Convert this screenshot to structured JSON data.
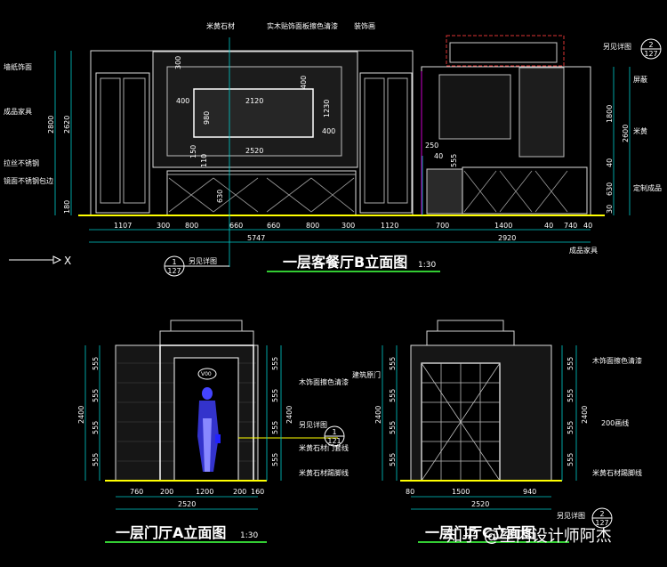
{
  "drawing": {
    "top": {
      "title": "一层客餐厅B立面图",
      "scale": "1:30",
      "callout_top": "1",
      "callout_bottom": "127",
      "callout_label": "另见详图",
      "right_callout_top": "2",
      "right_callout_bottom": "127",
      "right_callout_label": "另见详图",
      "annot_top": [
        "米黄石材",
        "实木贴饰面板擦色清漆",
        "装饰画"
      ],
      "annot_left": [
        "墙纸饰面",
        "成品家具",
        "拉丝不锈钢",
        "镜面不锈钢包边"
      ],
      "annot_right": [
        "屏蔽",
        "米黄",
        "定制成品"
      ],
      "annot_bottom": "成品家具",
      "dims_bottom_row1": [
        "1107",
        "300",
        "800",
        "660",
        "660",
        "800",
        "300",
        "1120",
        "700",
        "1400",
        "40",
        "740",
        "40"
      ],
      "dims_bottom_row2": [
        "5747",
        "2920"
      ],
      "dims_left": [
        "2800",
        "2620",
        "180"
      ],
      "dims_right": [
        "1800",
        "2600",
        "40",
        "630",
        "30"
      ],
      "dims_inner": [
        "300",
        "400",
        "2120",
        "400",
        "980",
        "1230",
        "400",
        "2520",
        "150",
        "110",
        "630",
        "250",
        "40",
        "555"
      ],
      "axis_label": "X"
    },
    "left": {
      "title": "一层门厅A立面图",
      "scale": "1:30",
      "callout_top": "1",
      "callout_bottom": "121",
      "callout_label": "另见详图",
      "annot": [
        "木饰面擦色清漆",
        "米黄石材门套线",
        "米黄石材踢脚线"
      ],
      "dims_left": [
        "555",
        "555",
        "555",
        "555",
        "2400"
      ],
      "dims_right": [
        "555",
        "555",
        "555",
        "555",
        "2400"
      ],
      "dims_bottom_row1": [
        "760",
        "200",
        "1200",
        "200",
        "160"
      ],
      "dims_bottom_row2": "2520",
      "tag": "V00"
    },
    "right": {
      "title": "一层门厅C立面图",
      "callout_top": "2",
      "callout_bottom": "127",
      "callout_label": "另见详图",
      "annot_left": "建筑原门",
      "annot_right": [
        "木饰面擦色清漆",
        "200画线",
        "米黄石材踢脚线"
      ],
      "dims_left": [
        "555",
        "555",
        "555",
        "555",
        "2400"
      ],
      "dims_right": [
        "555",
        "555",
        "555",
        "555",
        "2400"
      ],
      "dims_bottom_row1": [
        "80",
        "1500",
        "940"
      ],
      "dims_bottom_row2": "2520"
    },
    "watermark": "知乎 @室内设计师阿杰"
  }
}
